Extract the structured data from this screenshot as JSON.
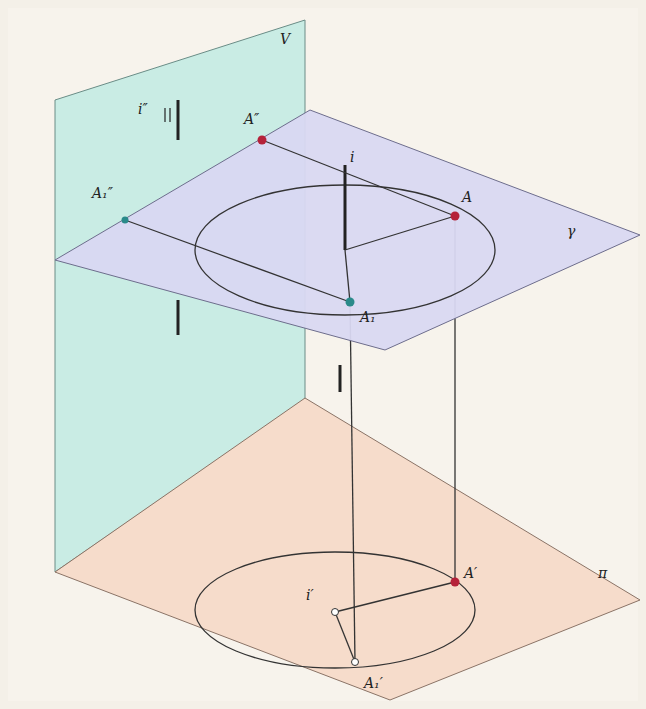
{
  "diagram": {
    "labels": [
      "V",
      "i″",
      "A″",
      "i",
      "A",
      "γ",
      "A₁″",
      "A₁",
      "i′",
      "A′",
      "π",
      "A₁′"
    ]
  }
}
